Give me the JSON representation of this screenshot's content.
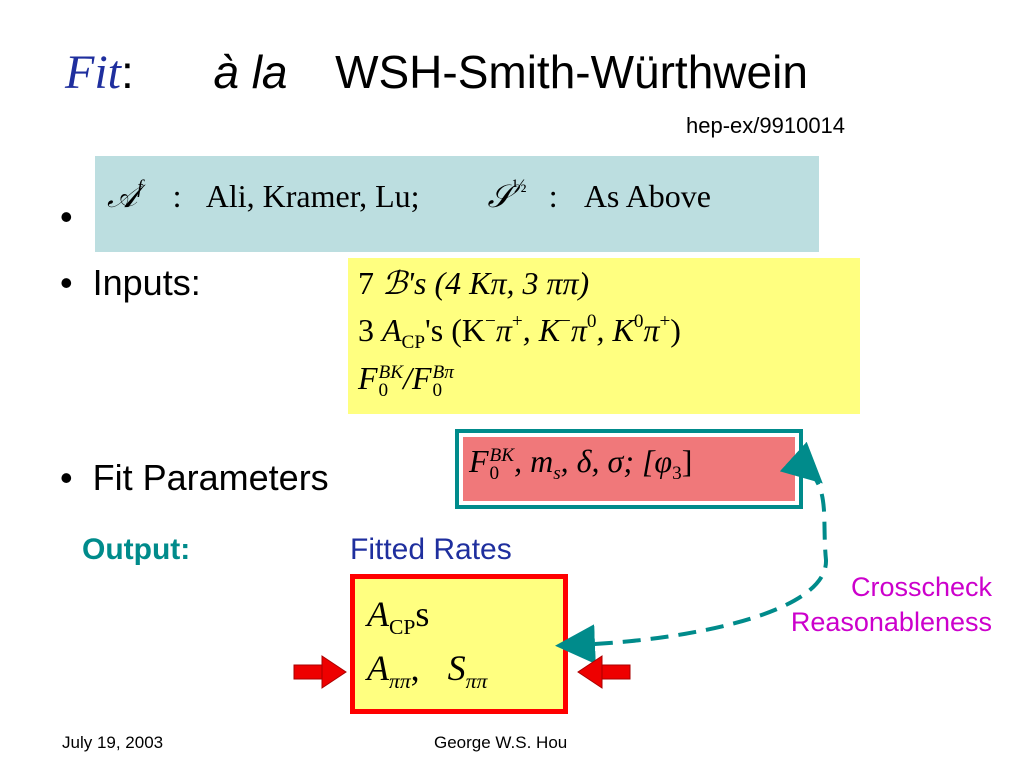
{
  "title": {
    "fit": "Fit",
    "colon": ":",
    "a_la": "à  la",
    "authors": "WSH-Smith-Würthwein"
  },
  "reference": "hep-ex/9910014",
  "bullets": {
    "symbol": "•",
    "inputs": "Inputs:",
    "fit_parameters": "Fit Parameters"
  },
  "amplitude_box": {
    "a_sym": "𝒜",
    "a_sup": "f",
    "colon1": ":",
    "a_text": "Ali, Kramer, Lu;",
    "s_sym": "𝒮",
    "s_frac": "½",
    "colon2": ":",
    "s_text": "As Above"
  },
  "inputs_box": {
    "line1_num": "7",
    "line1_b": "ℬ",
    "line1_rest": "'s  (4 Kπ, 3 ππ)",
    "line2_num": "3",
    "line2_a": "A",
    "line2_sub": "CP",
    "line2_rest": "'s  (K",
    "line2_m1": "−",
    "line2_pi1": "π",
    "line2_p1": "+",
    "line2_k2": ", K",
    "line2_m2": "−",
    "line2_pi2": "π",
    "line2_z": "0",
    "line2_k3": ", K",
    "line2_z2": "0",
    "line2_pi3": "π",
    "line2_p3": "+",
    "line2_close": ")",
    "line3_f1": "F",
    "line3_sup1": "BK",
    "line3_sub1": "0",
    "line3_slash": "/F",
    "line3_sup2": "Bπ",
    "line3_sub2": "0"
  },
  "params_box": {
    "f": "F",
    "f_sup": "BK",
    "f_sub": "0",
    "mid": ", m",
    "ms_sub": "s",
    "rest": ", δ, σ;  [φ",
    "phi_sub": "3",
    "close": "]"
  },
  "output": {
    "label": "Output:",
    "fitted": "Fitted Rates",
    "acp": "A",
    "acp_sub": "CP",
    "acp_s": "s",
    "a_pp": "A",
    "a_pp_sub": "ππ",
    "comma": ",",
    "s_pp": "S",
    "s_pp_sub": "ππ"
  },
  "crosscheck": {
    "line1": "Crosscheck",
    "line2": "Reasonableness"
  },
  "footer": {
    "date": "July 19, 2003",
    "author": "George W.S. Hou"
  },
  "colors": {
    "title_blue": "#1f2f9e",
    "teal": "#008b8b",
    "box_blue": "#bcdee0",
    "box_yellow": "#ffff80",
    "box_red": "#f0787a",
    "red": "#ff0000",
    "magenta": "#cc00cc"
  }
}
